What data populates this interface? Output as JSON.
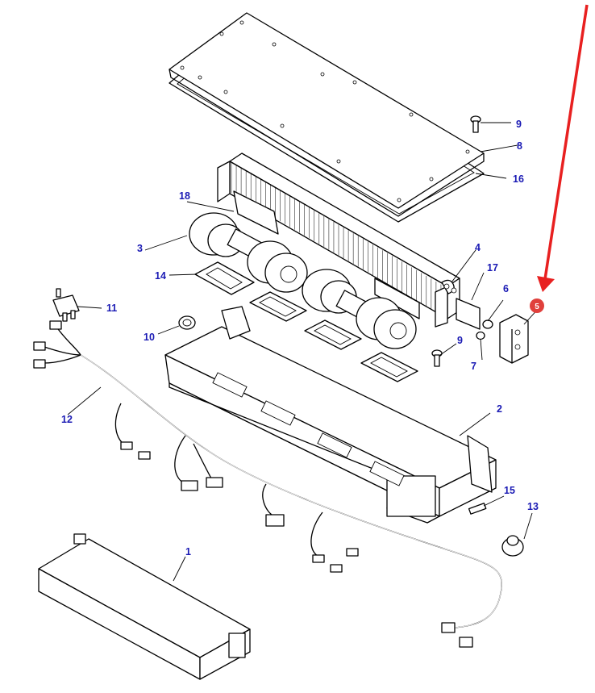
{
  "diagram": {
    "callouts": [
      {
        "id": "c1",
        "label": "1"
      },
      {
        "id": "c2",
        "label": "2"
      },
      {
        "id": "c3",
        "label": "3"
      },
      {
        "id": "c4",
        "label": "4"
      },
      {
        "id": "c6",
        "label": "6"
      },
      {
        "id": "c7",
        "label": "7"
      },
      {
        "id": "c8",
        "label": "8"
      },
      {
        "id": "c9a",
        "label": "9"
      },
      {
        "id": "c9b",
        "label": "9"
      },
      {
        "id": "c10",
        "label": "10"
      },
      {
        "id": "c11",
        "label": "11"
      },
      {
        "id": "c12",
        "label": "12"
      },
      {
        "id": "c13",
        "label": "13"
      },
      {
        "id": "c14",
        "label": "14"
      },
      {
        "id": "c15",
        "label": "15"
      },
      {
        "id": "c16",
        "label": "16"
      },
      {
        "id": "c17",
        "label": "17"
      },
      {
        "id": "c18",
        "label": "18"
      }
    ],
    "highlight": {
      "label": "5",
      "badge_color": "#e0403c",
      "arrow_color": "#e82020"
    },
    "callout_color": "#1a1ab4",
    "line_color": "#000000"
  }
}
